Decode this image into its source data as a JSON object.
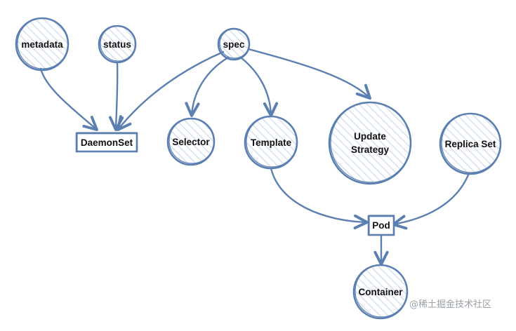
{
  "theme": {
    "stroke": "#5b7fb0",
    "hatch": "#c9d6ea",
    "text": "#111111"
  },
  "nodes": {
    "metadata": "metadata",
    "status": "status",
    "spec": "spec",
    "daemonset": "DaemonSet",
    "selector": "Selector",
    "template": "Template",
    "update_line1": "Update",
    "update_line2": "Strategy",
    "replicaset": "Replica Set",
    "pod": "Pod",
    "container": "Container"
  },
  "watermark": "@稀土掘金技术社区"
}
